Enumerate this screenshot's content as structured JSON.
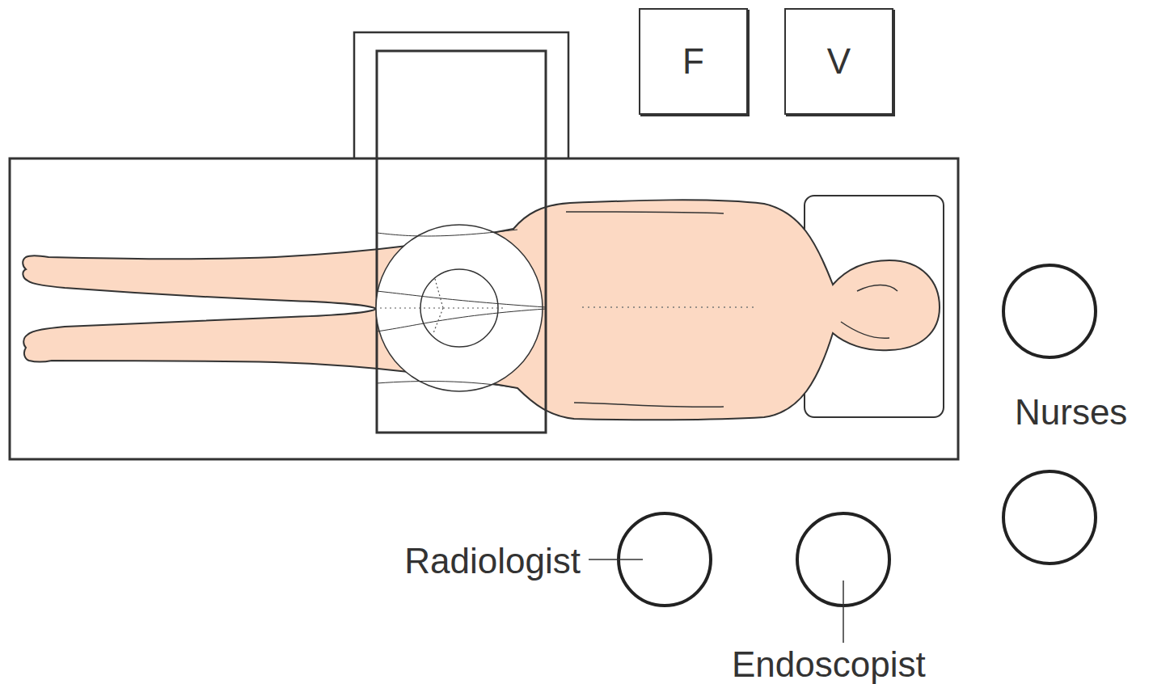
{
  "diagram": {
    "nodes": [
      {
        "text": [
          "F"
        ]
      },
      {
        "text": [
          "V"
        ]
      }
    ],
    "labels": [
      "Nurses",
      "Radiologist",
      "Endoscopist"
    ]
  }
}
